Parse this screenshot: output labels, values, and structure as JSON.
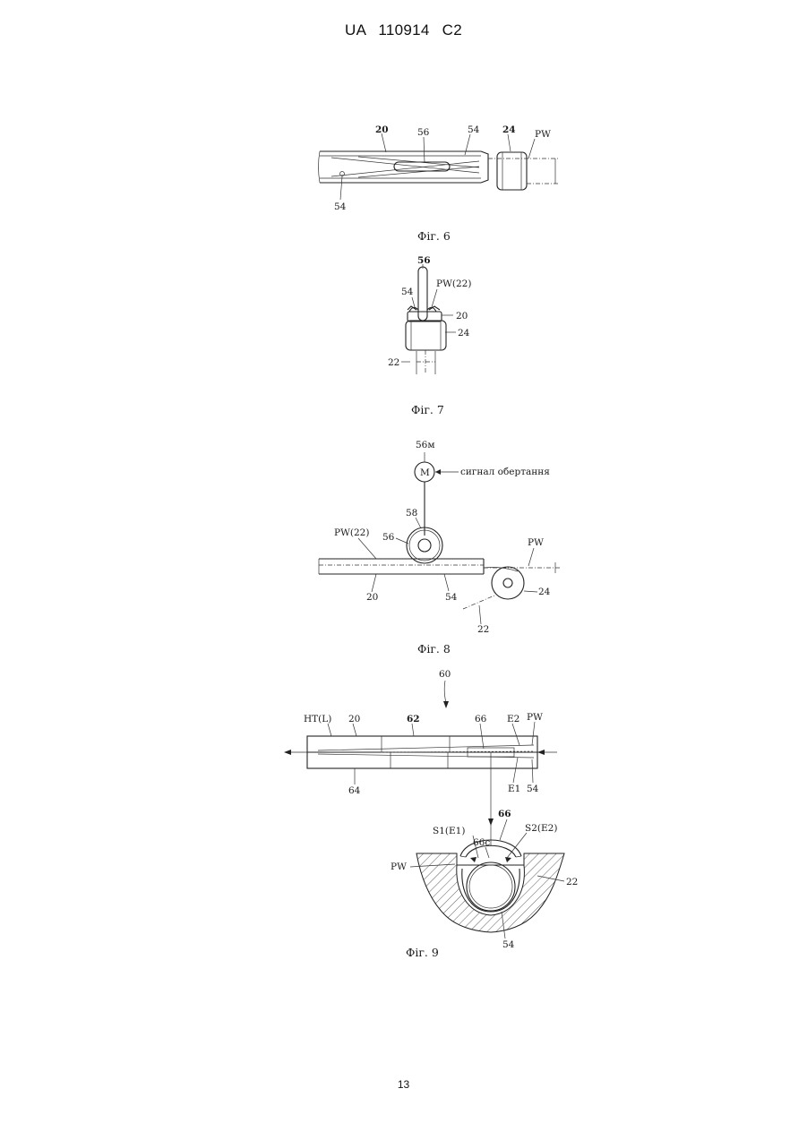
{
  "header": {
    "document_id": "UA   110914   C2"
  },
  "footer": {
    "page_number": "13"
  },
  "figures": {
    "fig6": {
      "caption": "Фіг. 6",
      "labels": {
        "l20": "20",
        "l56": "56",
        "l54a": "54",
        "l24": "24",
        "lpw": "PW",
        "l54b": "54"
      }
    },
    "fig7": {
      "caption": "Фіг. 7",
      "labels": {
        "l56": "56",
        "l54": "54",
        "lpw22": "PW(22)",
        "l20": "20",
        "l24": "24",
        "l22": "22"
      }
    },
    "fig8": {
      "caption": "Фіг. 8",
      "labels": {
        "l56m": "56м",
        "motor": "M",
        "signal": "сигнал обертання",
        "l58": "58",
        "lpw22": "PW(22)",
        "l56": "56",
        "lpw": "PW",
        "l20": "20",
        "l54": "54",
        "l24": "24",
        "l22": "22"
      }
    },
    "fig9": {
      "caption": "Фіг. 9",
      "labels": {
        "l60": "60",
        "lht": "HT(L)",
        "l20": "20",
        "l62": "62",
        "l66": "66",
        "le2": "E2",
        "lpw": "PW",
        "l64": "64",
        "le1": "E1",
        "l54": "54",
        "ls1": "S1(E1)",
        "l66c": "66c",
        "l66b": "66",
        "ls2": "S2(E2)",
        "lpw2": "PW",
        "l22": "22",
        "l54b": "54"
      }
    }
  }
}
